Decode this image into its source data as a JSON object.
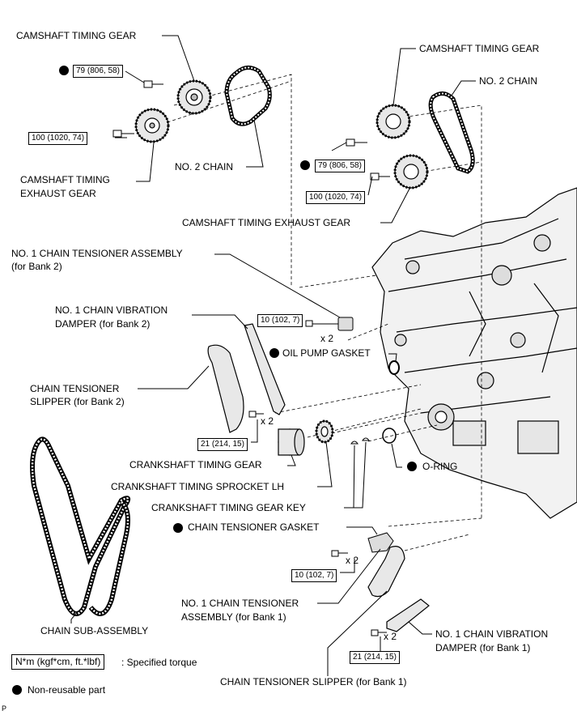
{
  "labels": {
    "cam_gear_left": "CAMSHAFT TIMING GEAR",
    "cam_exhaust_left_1": "CAMSHAFT TIMING",
    "cam_exhaust_left_2": "EXHAUST GEAR",
    "no2_chain_left": "NO. 2 CHAIN",
    "cam_gear_right": "CAMSHAFT TIMING GEAR",
    "no2_chain_right": "NO. 2 CHAIN",
    "cam_exhaust_right": "CAMSHAFT TIMING EXHAUST GEAR",
    "tensioner_b2_1": "NO. 1 CHAIN TENSIONER ASSEMBLY",
    "tensioner_b2_2": "(for Bank 2)",
    "vib_damper_b2_1": "NO. 1 CHAIN VIBRATION",
    "vib_damper_b2_2": "DAMPER (for Bank 2)",
    "oil_pump_gasket": "OIL PUMP GASKET",
    "slipper_b2_1": "CHAIN TENSIONER",
    "slipper_b2_2": "SLIPPER (for Bank 2)",
    "crank_gear": "CRANKSHAFT TIMING GEAR",
    "crank_sprocket": "CRANKSHAFT TIMING SPROCKET LH",
    "crank_key": "CRANKSHAFT TIMING GEAR KEY",
    "o_ring": "O-RING",
    "tensioner_gasket": "CHAIN TENSIONER GASKET",
    "tensioner_b1_1": "NO. 1 CHAIN TENSIONER",
    "tensioner_b1_2": "ASSEMBLY (for Bank 1)",
    "vib_damper_b1_1": "NO. 1 CHAIN VIBRATION",
    "vib_damper_b1_2": "DAMPER (for Bank 1)",
    "chain_sub": "CHAIN SUB-ASSEMBLY",
    "slipper_b1": "CHAIN TENSIONER SLIPPER (for Bank 1)"
  },
  "torques": {
    "cam_left_bolt": "79 (806, 58)",
    "exhaust_left_bolt": "100 (1020, 74)",
    "cam_right_bolt": "79 (806, 58)",
    "exhaust_right_bolt": "100 (1020, 74)",
    "tensioner_b2": "10 (102, 7)",
    "damper_b2": "21 (214, 15)",
    "tensioner_b1": "10 (102, 7)",
    "damper_b1": "21 (214, 15)"
  },
  "multipliers": {
    "tensioner_b2": "x 2",
    "damper_b2": "x 2",
    "tensioner_b1": "x 2",
    "damper_b1": "x 2"
  },
  "legend": {
    "torque_unit": "N*m (kgf*cm, ft.*lbf)",
    "torque_text": ": Specified torque",
    "non_reusable": "Non-reusable part"
  },
  "corner_mark": "P"
}
